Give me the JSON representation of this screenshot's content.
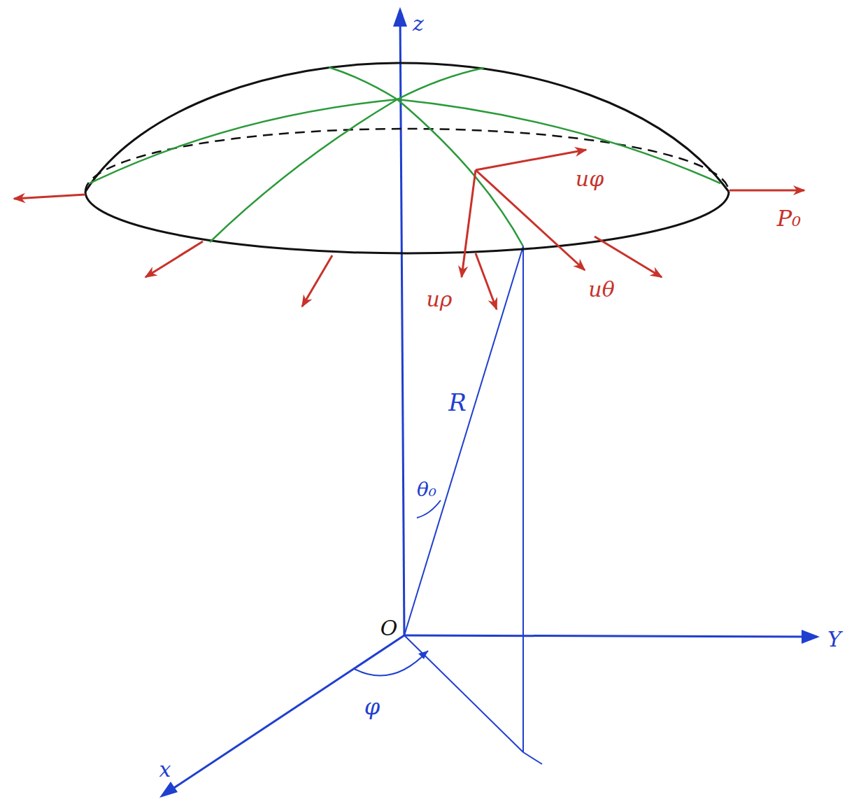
{
  "diagram": {
    "labels": [
      "z",
      "Y",
      "x",
      "O",
      "φ",
      "R",
      "θ₀",
      "uφ",
      "uρ",
      "uθ",
      "P₀"
    ]
  }
}
